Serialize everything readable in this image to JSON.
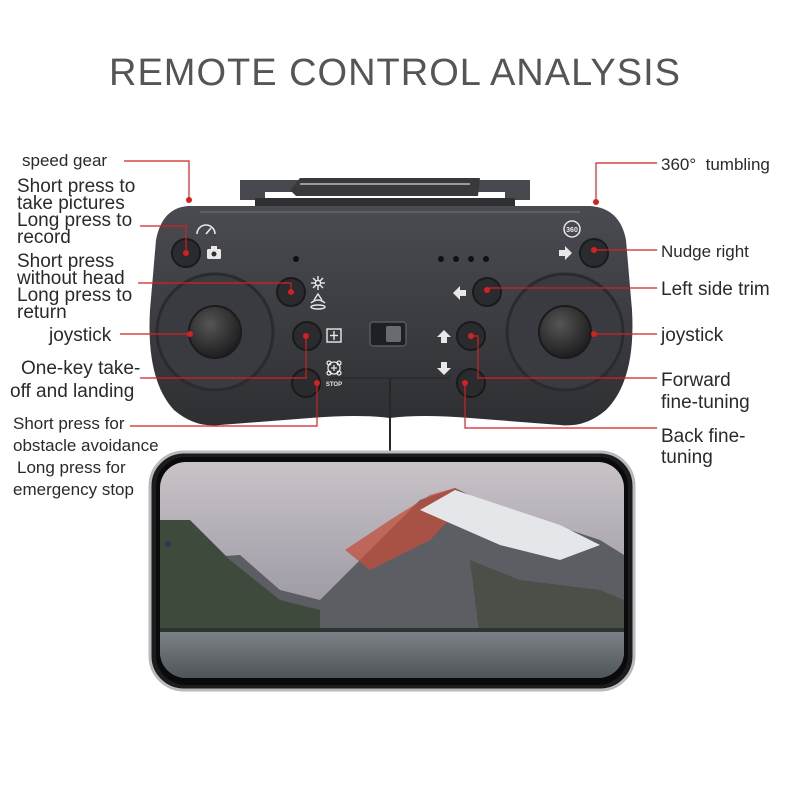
{
  "title": "REMOTE CONTROL ANALYSIS",
  "colors": {
    "leader": "#d42020",
    "controller_body": "#3b3c40",
    "button": "#2c2d31",
    "title": "#555555"
  },
  "labels": {
    "speed_gear": "speed gear",
    "short_press_1": "Short press to",
    "short_press_2": "take pictures",
    "long_press_1": "Long press to",
    "long_press_2": "record",
    "headless_1": "Short press",
    "headless_2": "without head",
    "return_1": "Long press to",
    "return_2": "return",
    "joystick_left": "joystick",
    "takeoff_1": "One-key take-",
    "takeoff_2": "off and landing",
    "obstacle_1": "Short press for",
    "obstacle_2": "obstacle avoidance",
    "stop_1": "Long press for",
    "stop_2": "emergency stop",
    "tumbling": "360°  tumbling",
    "nudge_right": "Nudge right",
    "left_trim": "Left side trim",
    "joystick_right": "joystick",
    "forward_1": "Forward",
    "forward_2": "fine-tuning",
    "back_1": "Back fine-",
    "back_2": "tuning"
  },
  "controller": {
    "stop_text": "STOP",
    "badge_360": "360"
  },
  "icons": [
    "speedometer-icon",
    "camera-icon",
    "headless-icon",
    "return-home-icon",
    "calibrate-icon",
    "takeoff-icon",
    "flip-360-icon",
    "arrow-right-icon",
    "arrow-left-icon",
    "arrow-up-icon",
    "arrow-down-icon"
  ]
}
